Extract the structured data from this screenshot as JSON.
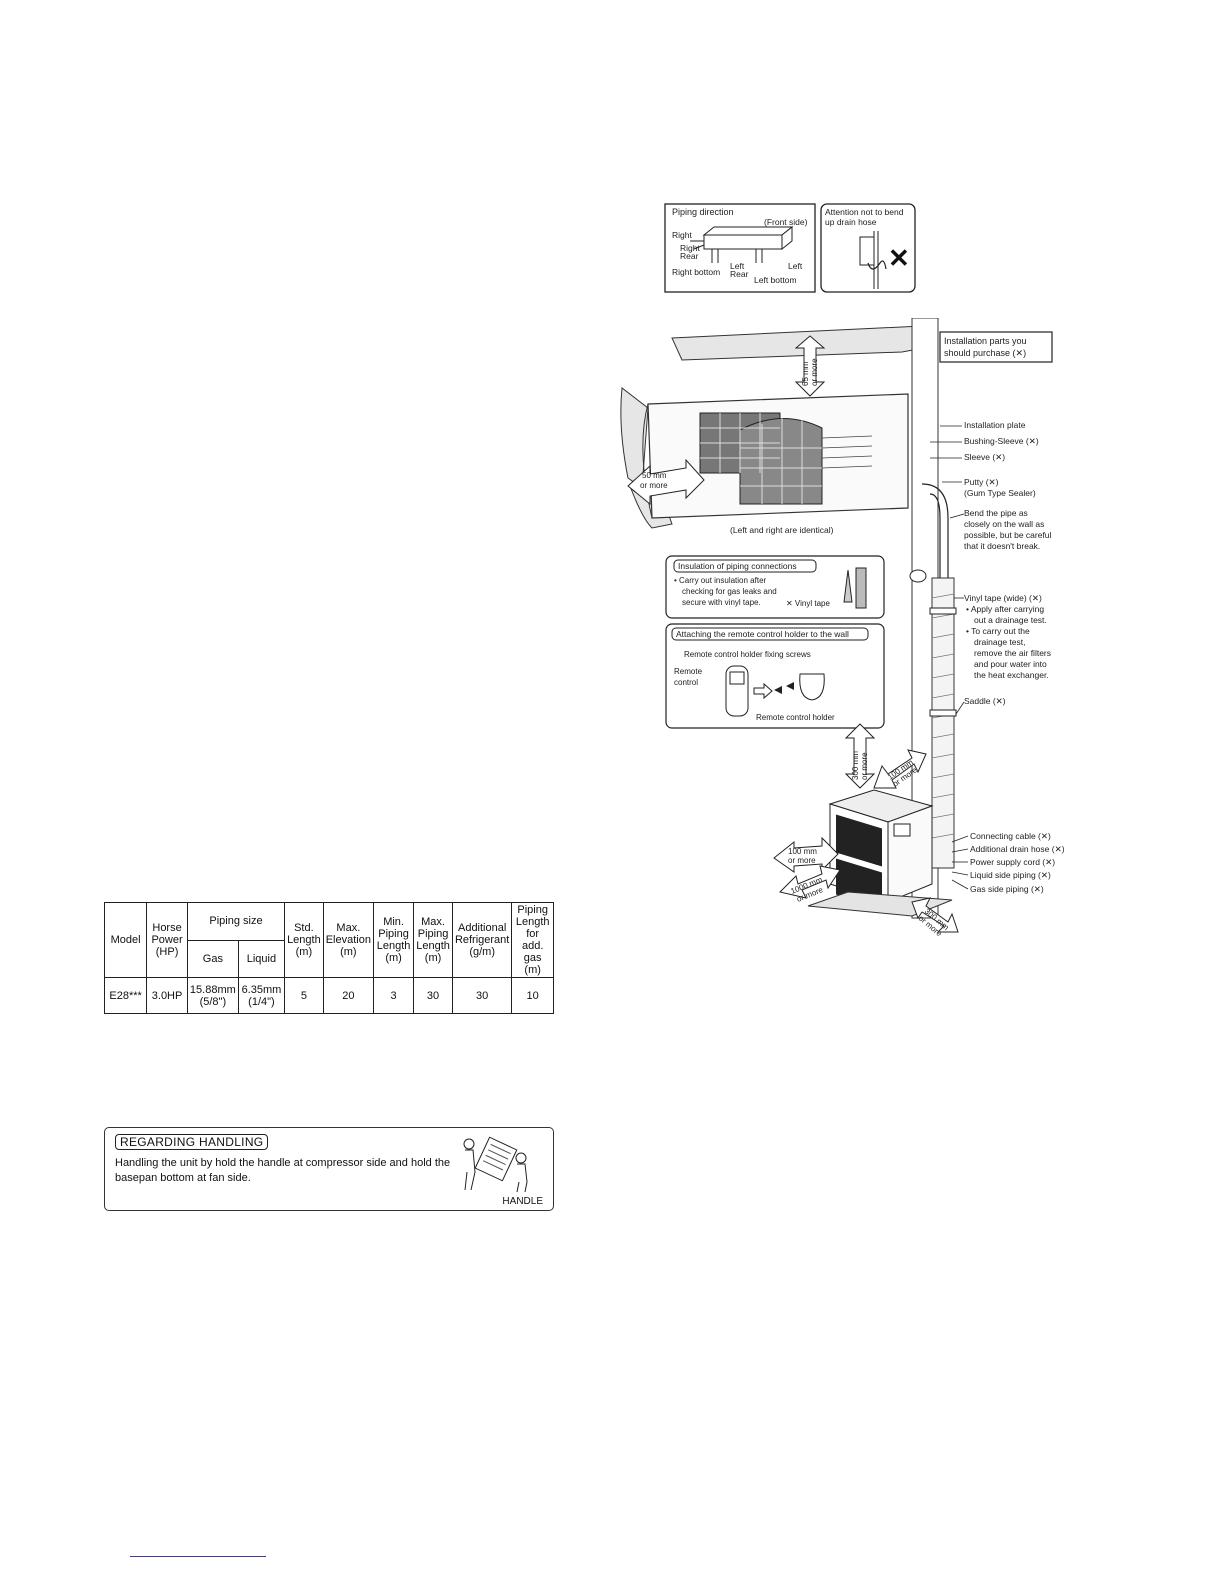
{
  "piping_direction": {
    "title": "Piping direction",
    "front_side": "(Front side)",
    "right": "Right",
    "right_rear": [
      "Right",
      "Rear"
    ],
    "right_bottom": "Right bottom",
    "left_rear": [
      "Left",
      "Rear"
    ],
    "left": "Left",
    "left_bottom": "Left bottom"
  },
  "drain_hose_note": [
    "Attention not to bend",
    "up drain hose"
  ],
  "installation_parts": {
    "title": [
      "Installation parts you",
      "should purchase (✕)"
    ]
  },
  "indoor_clearances": {
    "top": [
      "65 mm",
      "or more"
    ],
    "side": [
      "50 mm",
      "or more"
    ],
    "note": "(Left and right are identical)"
  },
  "callouts": {
    "installation_plate": "Installation plate",
    "bushing_sleeve": "Bushing-Sleeve (✕)",
    "sleeve": "Sleeve (✕)",
    "putty": [
      "Putty (✕)",
      "(Gum Type Sealer)"
    ],
    "bend_pipe": [
      "Bend the pipe as",
      "closely on the wall as",
      "possible, but be careful",
      "that it doesn't break."
    ],
    "vinyl_tape": [
      "Vinyl tape (wide) (✕)",
      "• Apply after carrying",
      "out a drainage test.",
      "• To carry out the",
      "drainage test,",
      "remove the air filters",
      "and pour water into",
      "the heat exchanger."
    ],
    "saddle": "Saddle (✕)",
    "connecting_cable": "Connecting cable (✕)",
    "additional_drain_hose": "Additional drain hose (✕)",
    "power_supply_cord": "Power supply cord (✕)",
    "liquid_side_piping": "Liquid side piping (✕)",
    "gas_side_piping": "Gas side piping (✕)"
  },
  "insulation_box": {
    "title": "Insulation of piping connections",
    "lines": [
      "• Carry out insulation after",
      "checking for gas leaks and",
      "secure with vinyl tape."
    ],
    "vinyl_tape": "✕ Vinyl tape"
  },
  "remote_box": {
    "title": "Attaching the remote control holder to the wall",
    "screws": "Remote control holder fixing screws",
    "remote": [
      "Remote",
      "control"
    ],
    "holder": "Remote control holder"
  },
  "outdoor_clearances": {
    "top": [
      "300 mm",
      "or more"
    ],
    "back": [
      "100 mm",
      "or more"
    ],
    "left": [
      "100 mm",
      "or more"
    ],
    "front": [
      "1000 mm",
      "or more"
    ],
    "right": [
      "300 mm",
      "or more"
    ]
  },
  "spec_table": {
    "headers": {
      "model": "Model",
      "horse_power": [
        "Horse",
        "Power",
        "(HP)"
      ],
      "piping_size": "Piping size",
      "gas": "Gas",
      "liquid": "Liquid",
      "std_length": [
        "Std.",
        "Length",
        "(m)"
      ],
      "max_elevation": [
        "Max.",
        "Elevation",
        "(m)"
      ],
      "min_piping_length": [
        "Min.",
        "Piping",
        "Length",
        "(m)"
      ],
      "max_piping_length": [
        "Max.",
        "Piping",
        "Length",
        "(m)"
      ],
      "additional_refrigerant": [
        "Additional",
        "Refrigerant",
        "(g/m)"
      ],
      "piping_length_add_gas": [
        "Piping",
        "Length",
        "for add.",
        "gas (m)"
      ]
    },
    "row": {
      "model": "E28***",
      "hp": "3.0HP",
      "gas": [
        "15.88mm",
        "(5/8\")"
      ],
      "liquid": [
        "6.35mm",
        "(1/4\")"
      ],
      "std_length": "5",
      "max_elevation": "20",
      "min_piping_length": "3",
      "max_piping_length": "30",
      "additional_refrigerant": "30",
      "piping_length_add_gas": "10"
    }
  },
  "handling": {
    "title": "REGARDING HANDLING",
    "text": "Handling the unit by hold the handle at compressor side and hold the basepan bottom at fan side.",
    "handle_label": "HANDLE"
  }
}
